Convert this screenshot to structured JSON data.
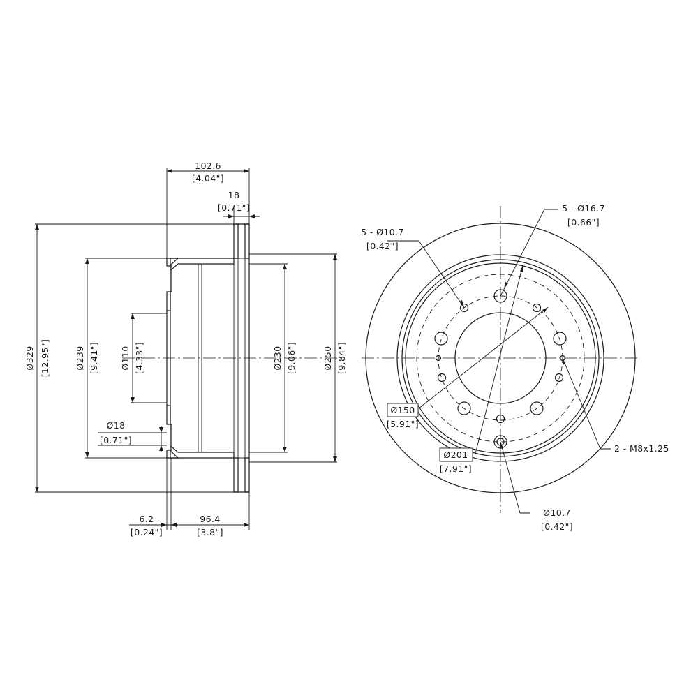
{
  "side_view": {
    "overall_width": {
      "mm": "102.6",
      "inch": "[4.04\"]"
    },
    "rotor_thickness": {
      "mm": "18",
      "inch": "[0.71\"]"
    },
    "outer_diameter": {
      "mm": "Ø329",
      "inch": "[12.95\"]"
    },
    "hat_diameter": {
      "mm": "Ø239",
      "inch": "[9.41\"]"
    },
    "center_bore": {
      "mm": "Ø110",
      "inch": "[4.33\"]"
    },
    "inner_diameter": {
      "mm": "Ø230",
      "inch": "[9.06\"]"
    },
    "friction_ring_diameter": {
      "mm": "Ø250",
      "inch": "[9.84\"]"
    },
    "hole_diameter": {
      "mm": "Ø18",
      "inch": "[0.71\"]"
    },
    "hat_thickness": {
      "mm": "6.2",
      "inch": "[0.24\"]"
    },
    "hat_depth": {
      "mm": "96.4",
      "inch": "[3.8\"]"
    }
  },
  "front_view": {
    "small_holes": {
      "mm": "5 - Ø10.7",
      "inch": "[0.42\"]"
    },
    "large_holes": {
      "mm": "5 - Ø16.7",
      "inch": "[0.66\"]"
    },
    "bolt_circle": {
      "mm": "Ø150",
      "inch": "[5.91\"]"
    },
    "outer_circle": {
      "mm": "Ø201",
      "inch": "[7.91\"]"
    },
    "threaded_holes": "2 - M8x1.25",
    "single_hole": {
      "mm": "Ø10.7",
      "inch": "[0.42\"]"
    }
  }
}
